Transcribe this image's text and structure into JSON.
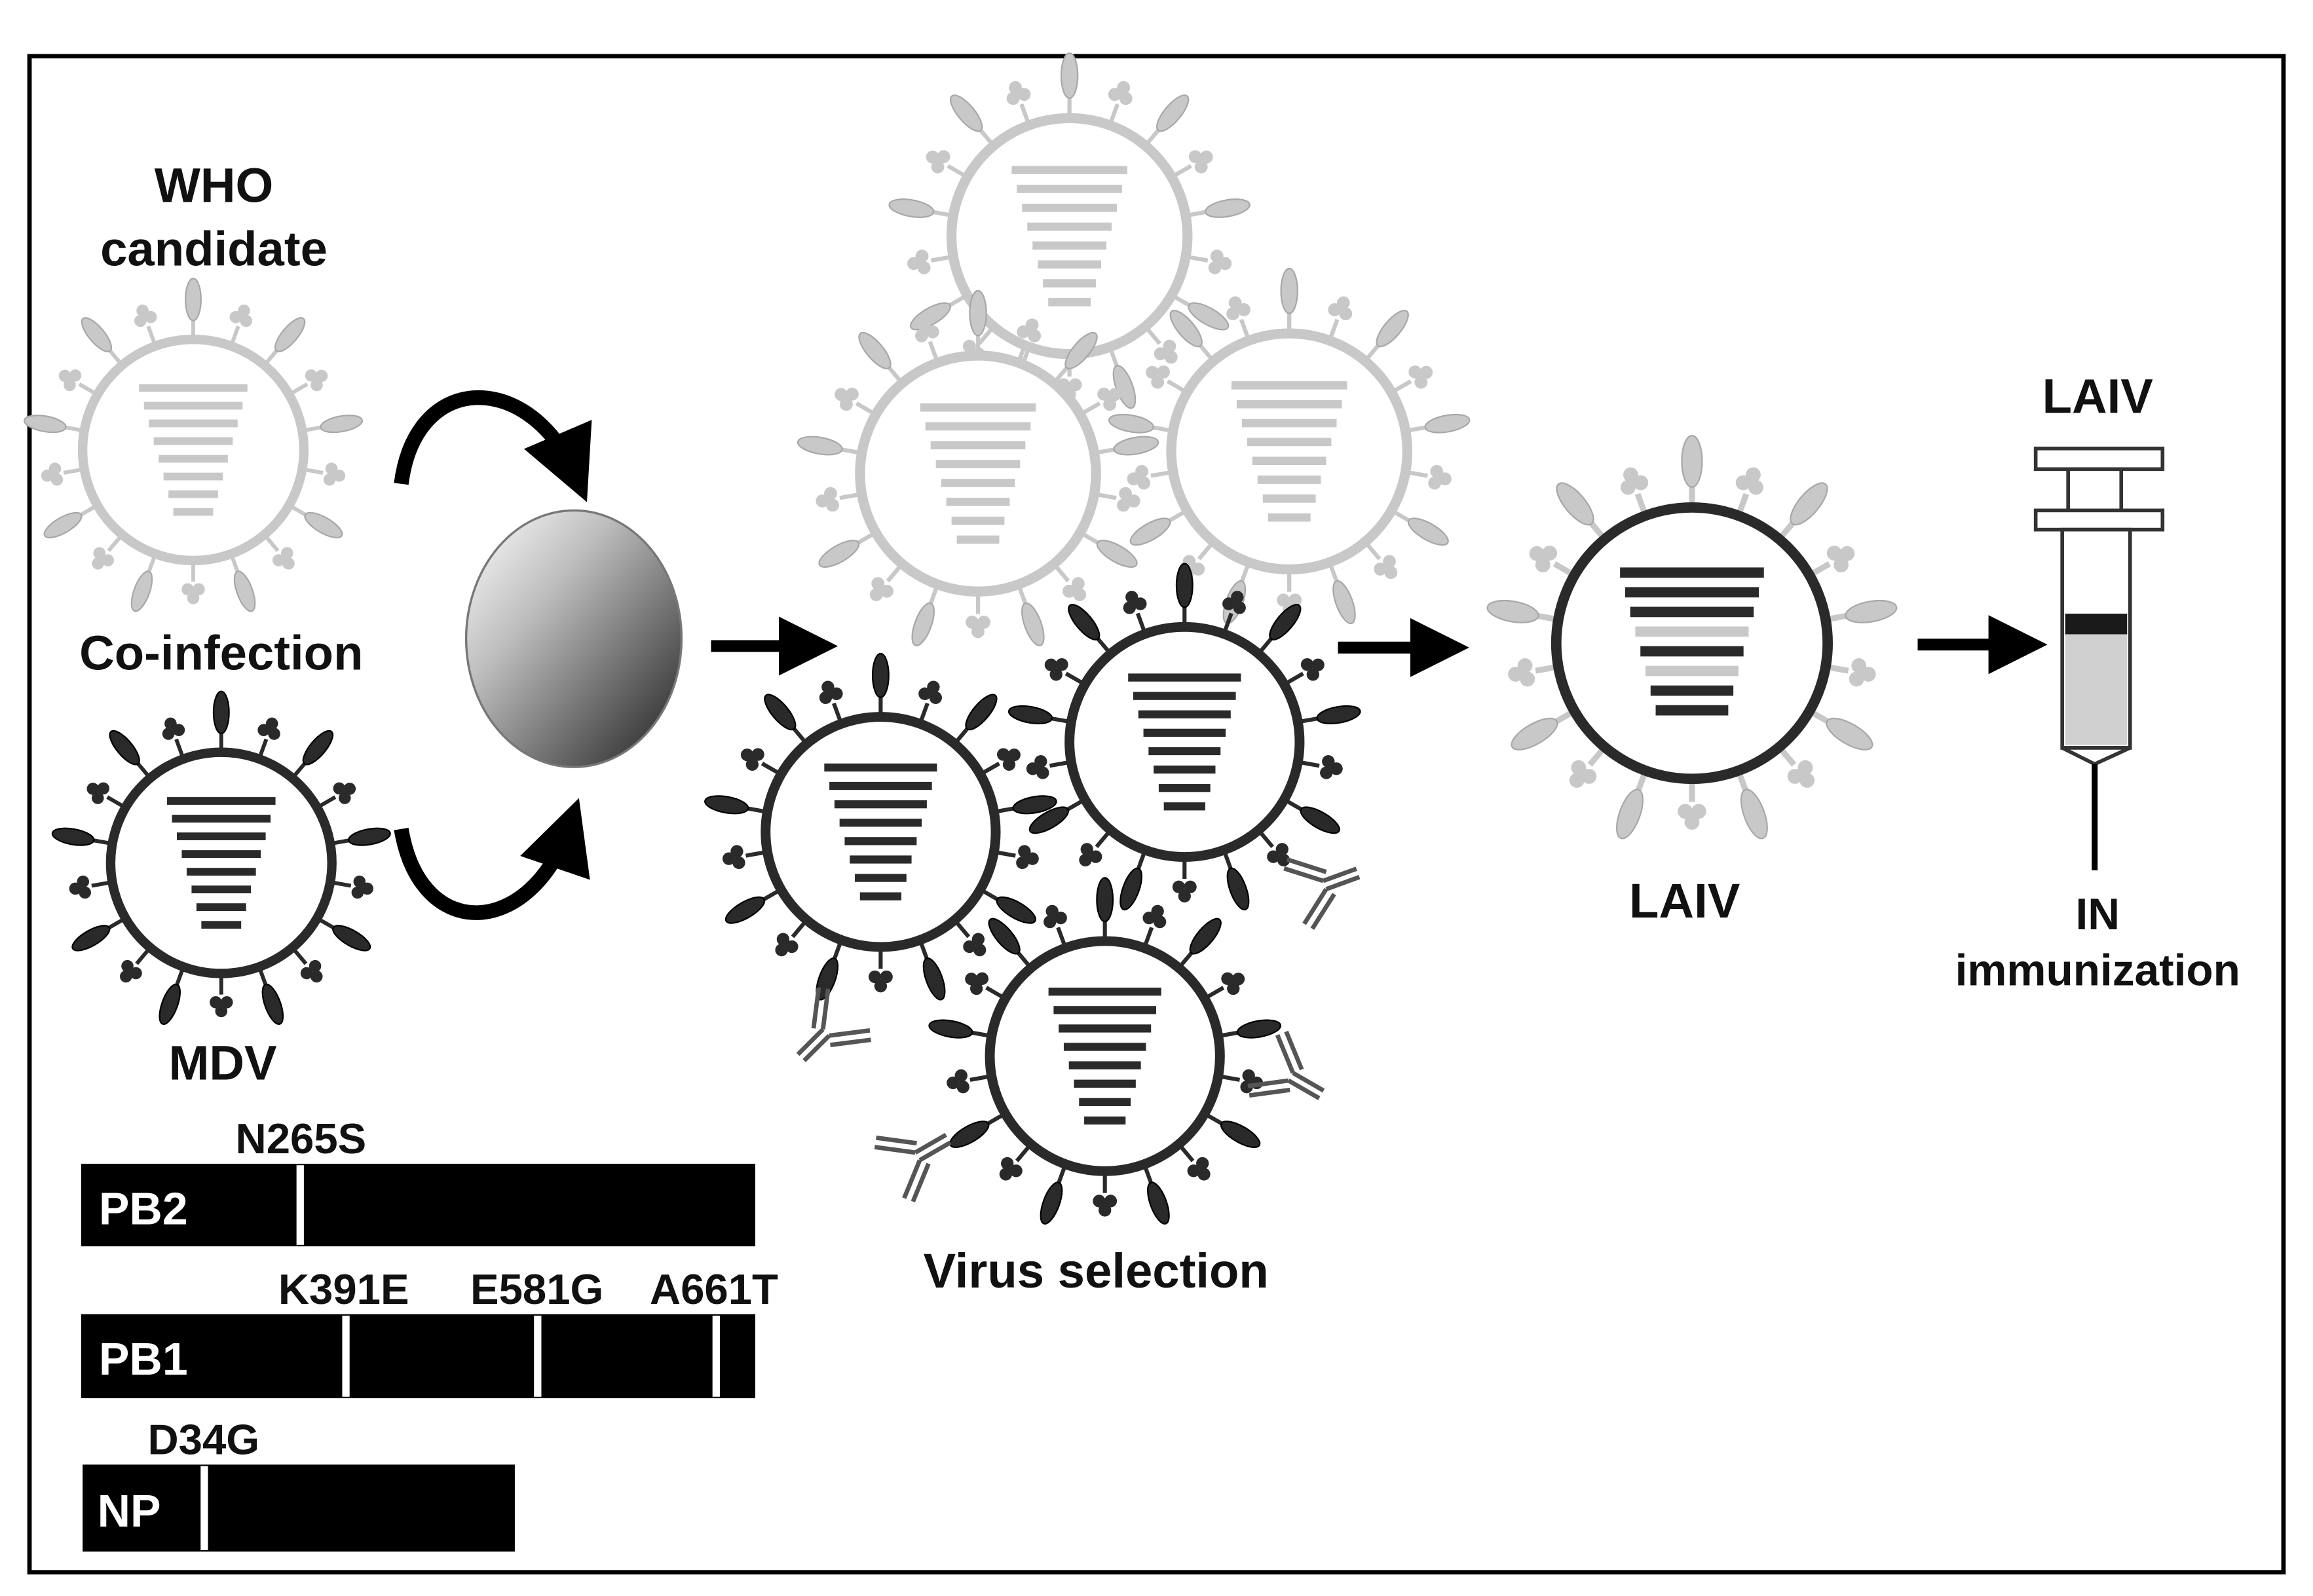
{
  "labels": {
    "who_candidate_line1": "WHO",
    "who_candidate_line2": "candidate",
    "co_infection": "Co-infection",
    "mdv": "MDV",
    "virus_selection": "Virus selection",
    "laiv_center": "LAIV",
    "laiv_syringe": "LAIV",
    "in_immunization_line1": "IN",
    "in_immunization_line2": "immunization"
  },
  "genes": [
    {
      "name": "PB2",
      "mutations": [
        {
          "label": "N265S"
        }
      ]
    },
    {
      "name": "PB1",
      "mutations": [
        {
          "label": "K391E"
        },
        {
          "label": "E581G"
        },
        {
          "label": "A661T"
        }
      ]
    },
    {
      "name": "NP",
      "mutations": [
        {
          "label": "D34G"
        }
      ]
    }
  ],
  "colors": {
    "wild_type_virus": "#c8c8c8",
    "mdv_virus": "#2a2a2a",
    "gene_bar": "#000000",
    "mutation_marker": "#ffffff"
  }
}
